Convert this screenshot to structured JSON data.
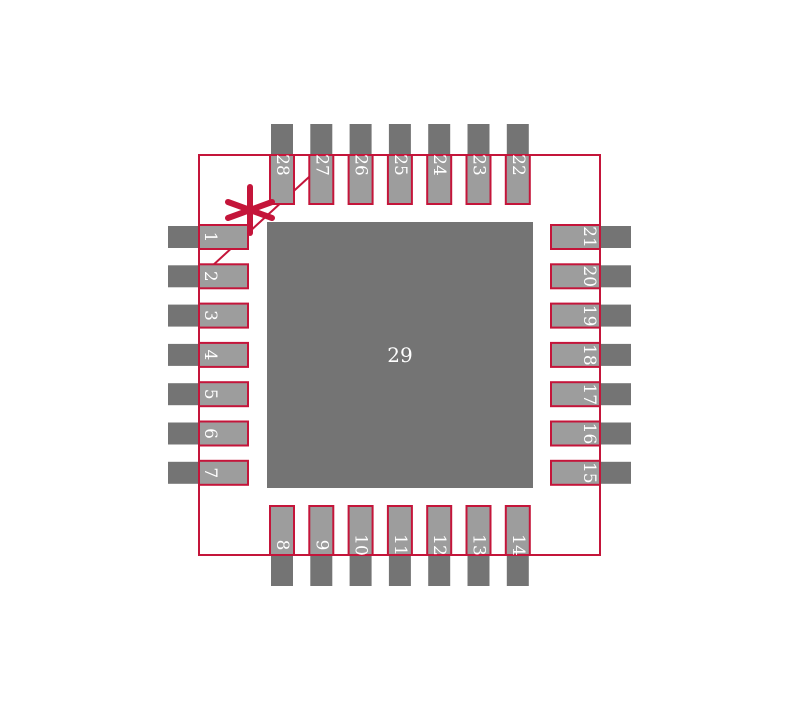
{
  "colors": {
    "outline": "#c4153a",
    "pad_fill": "#9d9d9d",
    "pad_shadow": "#747474",
    "thermal_pad": "#747474",
    "label": "#ffffff",
    "background": "#ffffff"
  },
  "thermal_pad": {
    "label": "29"
  },
  "pins": {
    "left": [
      "1",
      "2",
      "3",
      "4",
      "5",
      "6",
      "7"
    ],
    "bottom": [
      "8",
      "9",
      "10",
      "11",
      "12",
      "13",
      "14"
    ],
    "right": [
      "15",
      "16",
      "17",
      "18",
      "19",
      "20",
      "21"
    ],
    "top": [
      "22",
      "23",
      "24",
      "25",
      "26",
      "27",
      "28"
    ]
  },
  "pin1_marker": {
    "icon": "asterisk-icon"
  }
}
